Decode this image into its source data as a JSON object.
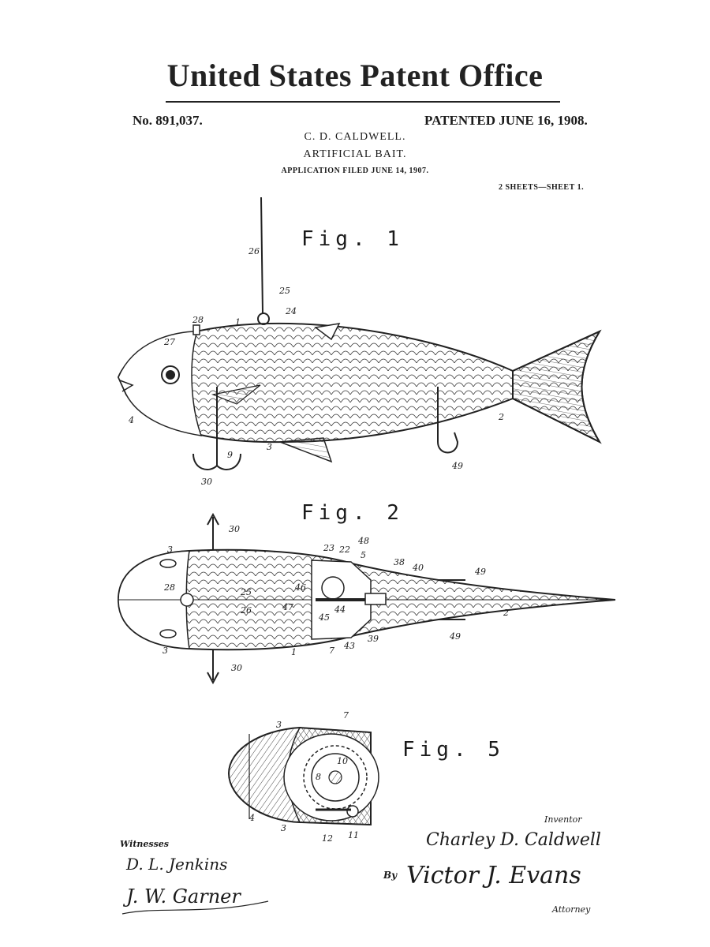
{
  "header": {
    "title": "United States Patent Office",
    "patent_no": "No. 891,037.",
    "patented": "PATENTED JUNE 16, 1908.",
    "inventor_name": "C. D. CALDWELL.",
    "invention": "ARTIFICIAL BAIT.",
    "application": "APPLICATION FILED JUNE 14, 1907.",
    "sheets": "2 SHEETS—SHEET 1."
  },
  "figures": {
    "fig1": "Fig. 1",
    "fig2": "Fig. 2",
    "fig5": "Fig. 5"
  },
  "fig1_numbers": [
    "26",
    "25",
    "24",
    "28",
    "1",
    "27",
    "4",
    "9",
    "3",
    "30",
    "2",
    "49"
  ],
  "fig2_numbers": [
    "30",
    "3",
    "23",
    "22",
    "48",
    "5",
    "38",
    "40",
    "49",
    "28",
    "25",
    "26",
    "47",
    "46",
    "45",
    "44",
    "7",
    "43",
    "39",
    "2",
    "49",
    "3",
    "1",
    "30"
  ],
  "fig5_numbers": [
    "3",
    "7",
    "10",
    "8",
    "4",
    "3",
    "12",
    "11"
  ],
  "signatures": {
    "inventor_label": "Inventor",
    "inventor_signature": "Charley D. Caldwell",
    "by": "By",
    "attorney_signature": "Victor J. Evans",
    "attorney_label": "Attorney",
    "witnesses_label": "Witnesses",
    "witness1": "D. L. Jenkins",
    "witness2": "J. W. Garner"
  }
}
